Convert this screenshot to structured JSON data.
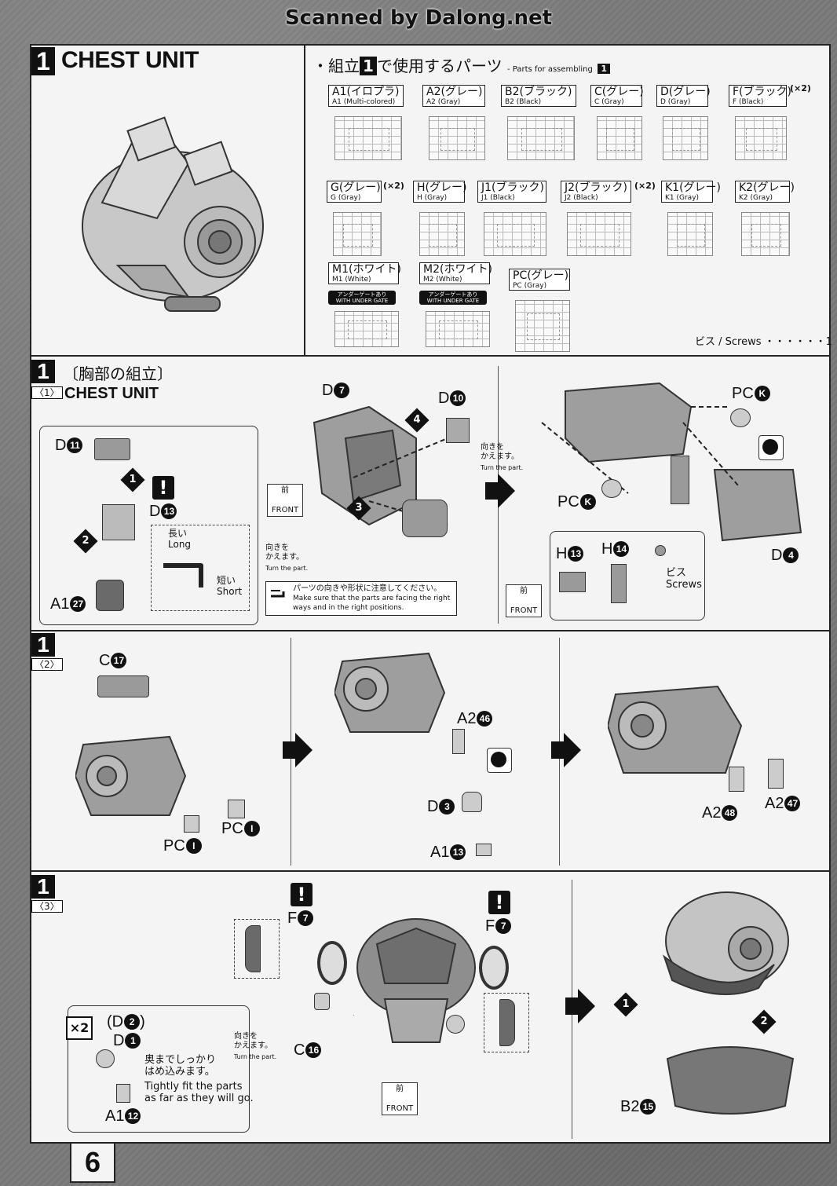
{
  "header": {
    "scan_credit": "Scanned by Dalong.net"
  },
  "page_number": "6",
  "step1": {
    "number": "1",
    "title": "CHEST UNIT"
  },
  "parts_list": {
    "bullet_jp_pre": "・組立",
    "bullet_num": "1",
    "bullet_jp_post": "で使用するパーツ",
    "en_label": "- Parts for assembling",
    "en_num": "1",
    "runners": [
      {
        "jp": "A1(イロプラ)",
        "en": "A1 (Multi-colored)",
        "mult": "",
        "badge": ""
      },
      {
        "jp": "A2(グレー)",
        "en": "A2 (Gray)",
        "mult": "",
        "badge": ""
      },
      {
        "jp": "B2(ブラック)",
        "en": "B2 (Black)",
        "mult": "",
        "badge": ""
      },
      {
        "jp": "C(グレー)",
        "en": "C (Gray)",
        "mult": "",
        "badge": ""
      },
      {
        "jp": "D(グレー)",
        "en": "D (Gray)",
        "mult": "",
        "badge": ""
      },
      {
        "jp": "F(ブラック)",
        "en": "F (Black)",
        "mult": "(×2)",
        "badge": ""
      },
      {
        "jp": "G(グレー)",
        "en": "G (Gray)",
        "mult": "(×2)",
        "badge": ""
      },
      {
        "jp": "H(グレー)",
        "en": "H (Gray)",
        "mult": "",
        "badge": ""
      },
      {
        "jp": "J1(ブラック)",
        "en": "J1 (Black)",
        "mult": "",
        "badge": ""
      },
      {
        "jp": "J2(ブラック)",
        "en": "J2 (Black)",
        "mult": "(×2)",
        "badge": ""
      },
      {
        "jp": "K1(グレー)",
        "en": "K1 (Gray)",
        "mult": "",
        "badge": ""
      },
      {
        "jp": "K2(グレー)",
        "en": "K2 (Gray)",
        "mult": "",
        "badge": ""
      },
      {
        "jp": "M1(ホワイト)",
        "en": "M1 (White)",
        "mult": "",
        "badge": "アンダーゲートあり WITH UNDER GATE"
      },
      {
        "jp": "M2(ホワイト)",
        "en": "M2 (White)",
        "mult": "",
        "badge": "アンダーゲートあり WITH UNDER GATE"
      },
      {
        "jp": "PC(グレー)",
        "en": "PC (Gray)",
        "mult": "",
        "badge": ""
      }
    ],
    "screws": "ビス / Screws ・・・・・・1"
  },
  "section1": {
    "num": "1",
    "sub": "〈1〉",
    "title_jp": "〔胸部の組立〕",
    "title_en": "CHEST UNIT",
    "labels": {
      "d11": "D",
      "d11c": "11",
      "a1_27": "A1",
      "a1_27c": "27",
      "d13": "D",
      "d13c": "13",
      "d7": "D",
      "d7c": "7",
      "d10": "D",
      "d10c": "10",
      "pck1": "PC",
      "pck1c": "K",
      "pck2": "PC",
      "pck2c": "K",
      "d4": "D",
      "d4c": "4",
      "h13": "H",
      "h13c": "13",
      "h14": "H",
      "h14c": "14"
    },
    "long_jp": "長い",
    "long_en": "Long",
    "short_jp": "短い",
    "short_en": "Short",
    "turn_jp": "向きを\nかえます。",
    "turn_en": "Turn the part.",
    "turn2_jp": "向きを\nかえます。",
    "turn2_en": "Turn the part.",
    "note_jp": "パーツの向きや形状に注意してください。",
    "note_en": "Make sure that the parts are facing the right ways and in the right positions.",
    "front_jp": "前",
    "front_en": "FRONT",
    "screw_jp": "ビス",
    "screw_en": "Screws",
    "steps": [
      "1",
      "2",
      "3",
      "4"
    ]
  },
  "section2": {
    "num": "1",
    "sub": "〈2〉",
    "labels": {
      "c17": "C",
      "c17c": "17",
      "pci1": "PC",
      "pci1c": "I",
      "pci2": "PC",
      "pci2c": "I",
      "a2_46": "A2",
      "a2_46c": "46",
      "d3": "D",
      "d3c": "3",
      "a1_13": "A1",
      "a1_13c": "13",
      "a2_48": "A2",
      "a2_48c": "48",
      "a2_47": "A2",
      "a2_47c": "47"
    }
  },
  "section3": {
    "num": "1",
    "sub": "〈3〉",
    "labels": {
      "f7a": "F",
      "f7ac": "7",
      "f7b": "F",
      "f7bc": "7",
      "c16": "C",
      "c16c": "16",
      "d2": "(D",
      "d2c": "2",
      "d1": "D",
      "d1c": "1",
      "a1_12": "A1",
      "a1_12c": "12",
      "b2_15": "B2",
      "b2_15c": "15"
    },
    "x2": "×2",
    "fit_jp": "奥までしっかり\nはめ込みます。",
    "fit_en": "Tightly fit the parts\nas far as they will go.",
    "turn_jp": "向きを\nかえます。",
    "turn_en": "Turn the part.",
    "front_jp": "前",
    "front_en": "FRONT",
    "steps": [
      "1",
      "2"
    ]
  }
}
